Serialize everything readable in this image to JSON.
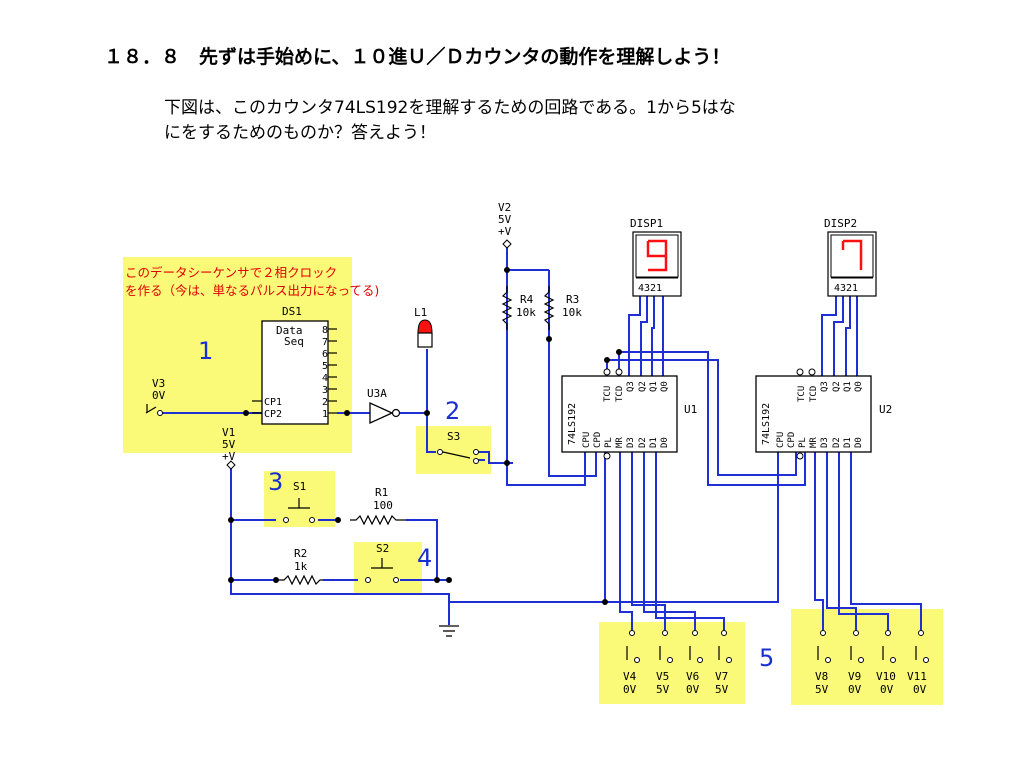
{
  "title": "１８．８　先ずは手始めに、１０進Ｕ／Ｄカウンタの動作を理解しよう！",
  "instruction": {
    "line1": "下図は、このカウンタ74LS192を理解するための回路である。1から5はな",
    "line2": "にをするためのものか？答えよう！"
  },
  "annotation": {
    "line1": "このデータシーケンサで２相クロック",
    "line2": "を作る（今は、単なるパルス出力になってる)"
  },
  "region_labels": [
    "1",
    "2",
    "3",
    "4",
    "5"
  ],
  "ds1": {
    "name": "DS1",
    "body_line1": "Data",
    "body_line2": "Seq",
    "pins": [
      "8",
      "7",
      "6",
      "5",
      "4",
      "3",
      "2",
      "1"
    ],
    "in1": "CP1",
    "in2": "CP2"
  },
  "u3a": "U3A",
  "l1": "L1",
  "v3": {
    "name": "V3",
    "value": "0V"
  },
  "v1": {
    "name": "V1",
    "value": "5V",
    "rail": "+V"
  },
  "v2": {
    "name": "V2",
    "value": "5V",
    "rail": "+V"
  },
  "r4": {
    "name": "R4",
    "value": "10k"
  },
  "r3": {
    "name": "R3",
    "value": "10k"
  },
  "r1": {
    "name": "R1",
    "value": "100"
  },
  "r2": {
    "name": "R2",
    "value": "1k"
  },
  "s1": "S1",
  "s2": "S2",
  "s3": "S3",
  "disp1": {
    "name": "DISP1",
    "digit": "9",
    "pins": "4321"
  },
  "disp2": {
    "name": "DISP2",
    "digit": "7",
    "pins": "4321"
  },
  "u1": {
    "name": "U1",
    "chip": "74LS192"
  },
  "u2": {
    "name": "U2",
    "chip": "74LS192"
  },
  "chip_top_pins": [
    "TCU",
    "TCD",
    "Q3",
    "Q2",
    "Q1",
    "Q0"
  ],
  "chip_bottom_pins": [
    "CPU",
    "CPD",
    "PL",
    "MR",
    "D3",
    "D2",
    "D1",
    "D0"
  ],
  "data_switches_u1": [
    {
      "name": "V4",
      "value": "0V"
    },
    {
      "name": "V5",
      "value": "5V"
    },
    {
      "name": "V6",
      "value": "0V"
    },
    {
      "name": "V7",
      "value": "5V"
    }
  ],
  "data_switches_u2": [
    {
      "name": "V8",
      "value": "5V"
    },
    {
      "name": "V9",
      "value": "0V"
    },
    {
      "name": "V10",
      "value": "0V"
    },
    {
      "name": "V11",
      "value": "0V"
    }
  ],
  "colors": {
    "wire": "#1e2fd6",
    "highlight": "#fafa78",
    "annotation": "#e00000",
    "region_label": "#1a2fd0",
    "segment": "#ff1010",
    "led": "#ff1010"
  }
}
